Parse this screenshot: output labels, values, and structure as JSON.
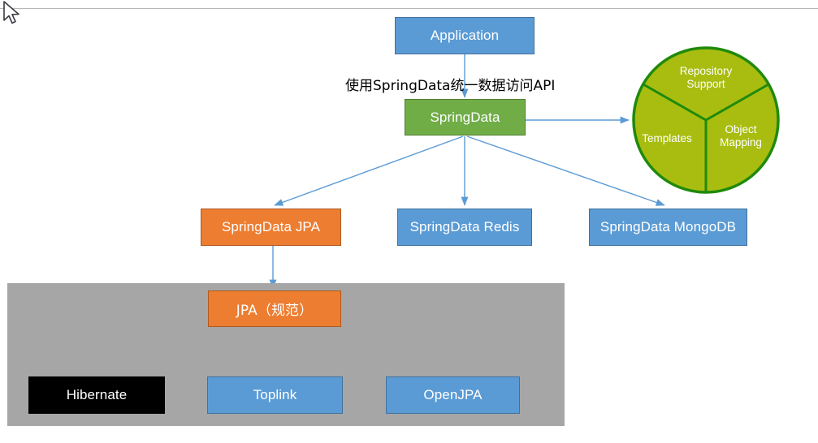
{
  "diagram": {
    "title": "SpringData architecture diagram",
    "colors": {
      "blue": "#5b9bd5",
      "green": "#70ad47",
      "orange": "#ed7d31",
      "black": "#000000",
      "gray_panel": "#a6a6a6",
      "pie_fill": "#a8bd10",
      "pie_border": "#1f8a0b",
      "arrow": "#5b9bd5"
    },
    "nodes": {
      "application": "Application",
      "springdata": "SpringData",
      "springdata_jpa": "SpringData JPA",
      "springdata_redis": "SpringData Redis",
      "springdata_mongodb": "SpringData MongoDB",
      "jpa_spec": "JPA（规范）",
      "hibernate": "Hibernate",
      "toplink": "Toplink",
      "openjpa": "OpenJPA"
    },
    "edge_labels": {
      "application_to_springdata": "使用SpringData统一数据访问API"
    },
    "pie": {
      "type": "pie",
      "slices": [
        {
          "label": "Repository\nSupport",
          "value": 33.3
        },
        {
          "label": "Object\nMapping",
          "value": 33.3
        },
        {
          "label": "Templates",
          "value": 33.3
        }
      ]
    }
  }
}
